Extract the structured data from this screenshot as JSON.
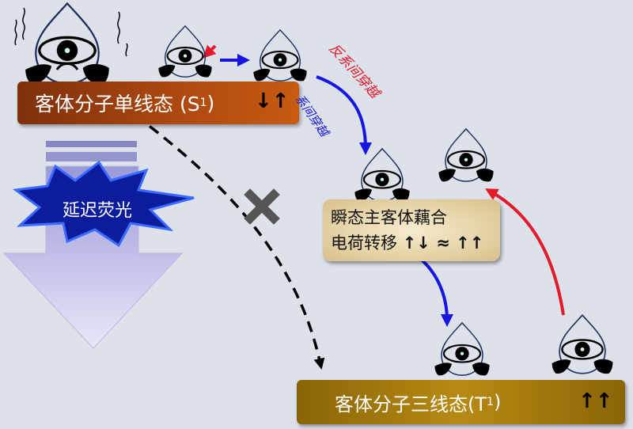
{
  "s1_bar": {
    "label": "客体分子单线态 (S",
    "sub": "1",
    "close": ")",
    "spin": "↓↑"
  },
  "t1_bar": {
    "label": "客体分子三线态(T",
    "sub": "1",
    "close": ")",
    "spin": "↑↑"
  },
  "ct_box": {
    "line1": "瞬态主客体藕合",
    "line2": "电荷转移",
    "spin": "↑↓ ≈ ↑↑"
  },
  "labels": {
    "risc": "反系间穿越",
    "isc": "系间穿越",
    "delayed_fluorescence": "延迟荧光"
  },
  "colors": {
    "risc": "#e21b2c",
    "isc": "#1616e0",
    "s1": "#b04a10",
    "t1": "#b78a12",
    "blocked": "#555555"
  }
}
